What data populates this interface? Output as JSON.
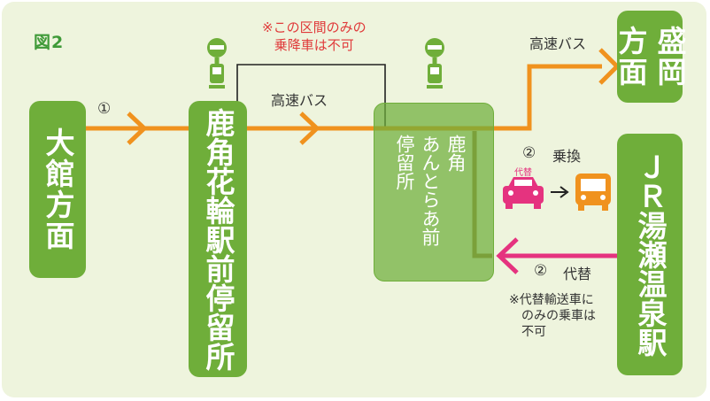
{
  "figure_label": "図2",
  "nodes": {
    "odate": "大館方面",
    "kazuno_hanawa": "鹿角花輪駅前停留所",
    "morioka_col1": "盛岡",
    "morioka_col2": "方面",
    "yuze": "ＪＲ湯瀬温泉駅",
    "ando_line1": "鹿角",
    "ando_line2": "あんとらあ前",
    "ando_line3": "停留所"
  },
  "labels": {
    "step1": "①",
    "express_bus_mid": "高速バス",
    "express_bus_top": "高速バス",
    "step2_transfer": "②",
    "transfer": "乗換",
    "step2_alt": "②",
    "alt_service": "代替",
    "car_label": "代替"
  },
  "notes": {
    "section_line1": "※この区間のみの",
    "section_line2": "乗降車は不可",
    "alt_line1": "※代替輸送車に",
    "alt_line2": "のみの乗車は",
    "alt_line3": "不可"
  },
  "colors": {
    "green": "#6fae3a",
    "orange": "#f0921e",
    "magenta": "#e5337f",
    "red_text": "#e03a3a"
  },
  "icons": [
    "bus-stop-icon",
    "bus-stop-icon",
    "car-icon",
    "arrow-right-icon",
    "bus-icon"
  ]
}
